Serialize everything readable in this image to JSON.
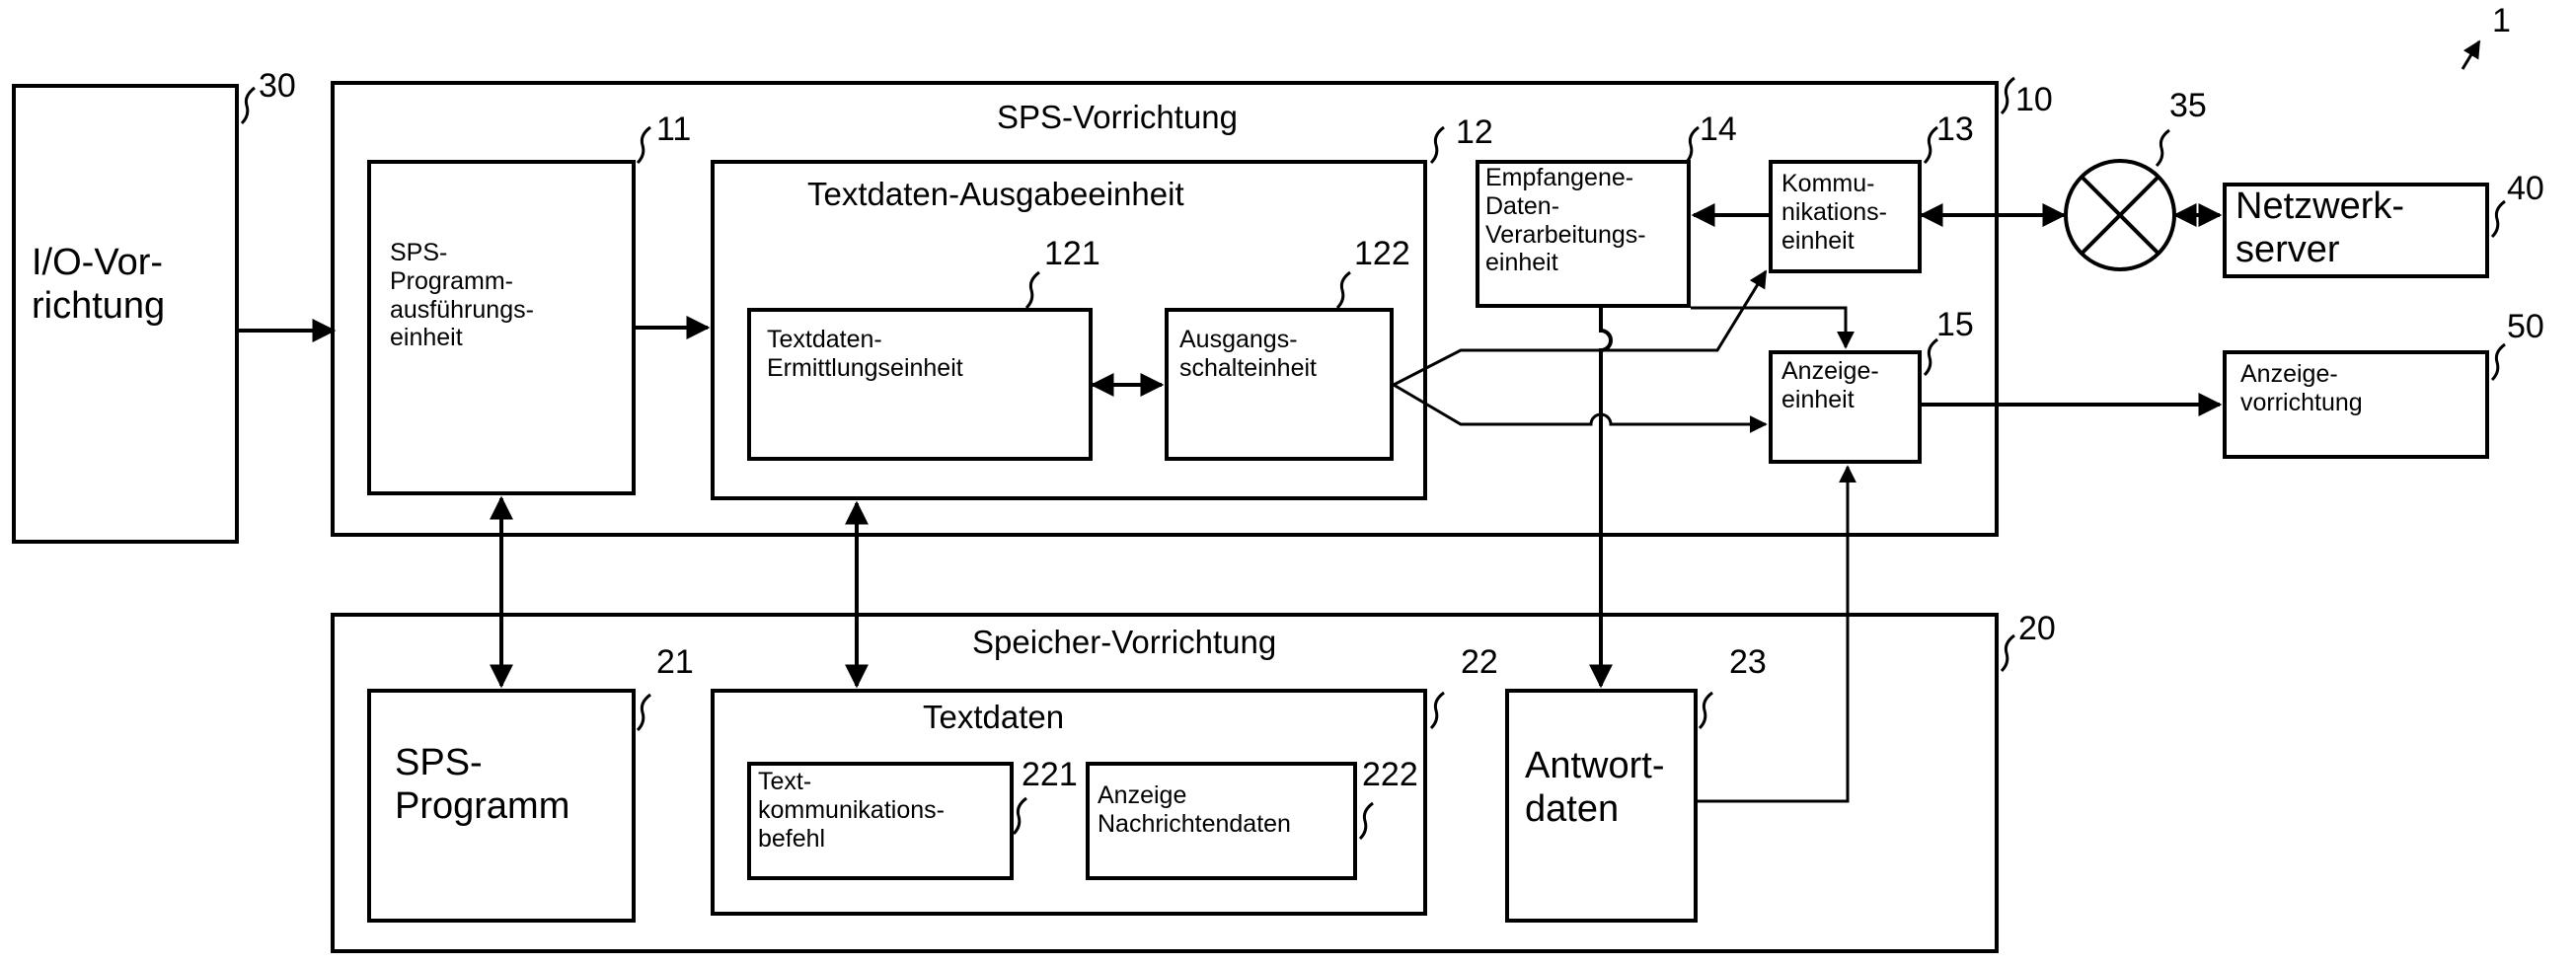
{
  "system_ref": "1",
  "io_device": {
    "label": "I/O-Vor-\nrichtung",
    "ref": "30"
  },
  "plc_device": {
    "title": "SPS-Vorrichtung",
    "ref": "10",
    "program_execution_unit": {
      "label": "SPS-\nProgramm-\nausführungs-\neinheit",
      "ref": "11"
    },
    "text_output_unit": {
      "title": "Textdaten-Ausgabeeinheit",
      "ref": "12",
      "determination_unit": {
        "label": "Textdaten-\nErmittlungseinheit",
        "ref": "121"
      },
      "output_switch_unit": {
        "label": "Ausgangs-\nschalteinheit",
        "ref": "122"
      }
    },
    "received_data_unit": {
      "label": "Empfangene-\nDaten-\nVerarbeitungs-\neinheit",
      "ref": "14"
    },
    "communication_unit": {
      "label": "Kommu-\nnikations-\neinheit",
      "ref": "13"
    },
    "display_unit": {
      "label": "Anzeige-\neinheit",
      "ref": "15"
    }
  },
  "network": {
    "ref": "35"
  },
  "network_server": {
    "label": "Netzwerk-\nserver",
    "ref": "40"
  },
  "display_device": {
    "label": "Anzeige-\nvorrichtung",
    "ref": "50"
  },
  "storage_device": {
    "title": "Speicher-Vorrichtung",
    "ref": "20",
    "plc_program": {
      "label": "SPS-\nProgramm",
      "ref": "21"
    },
    "text_data": {
      "title": "Textdaten",
      "ref": "22",
      "command": {
        "label": "Text-\nkommunikations-\nbefehl",
        "ref": "221"
      },
      "message_data": {
        "label": "Anzeige\nNachrichtendaten",
        "ref": "222"
      }
    },
    "response_data": {
      "label": "Antwort-\ndaten",
      "ref": "23"
    }
  }
}
